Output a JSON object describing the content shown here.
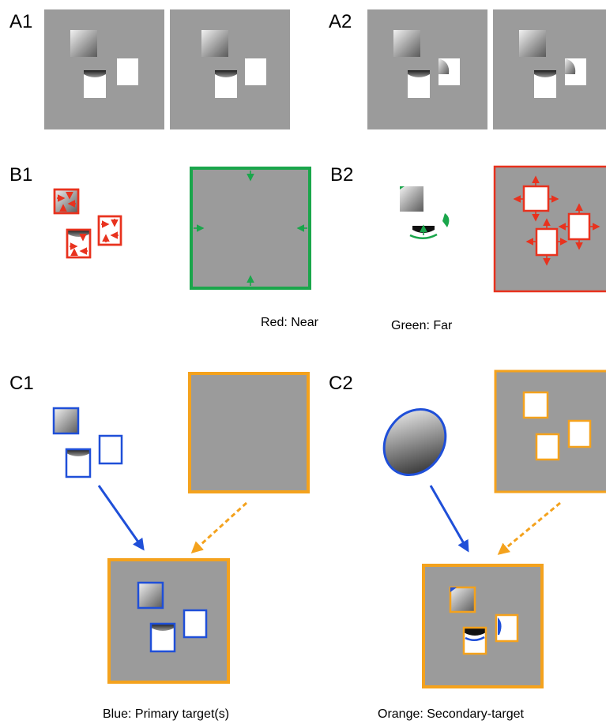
{
  "panels": {
    "a1": "A1",
    "a2": "A2",
    "b1": "B1",
    "b2": "B2",
    "c1": "C1",
    "c2": "C2"
  },
  "captions": {
    "red": "Red: Near",
    "green": "Green: Far",
    "blue": "Blue: Primary target(s)",
    "orange": "Orange: Secondary-target"
  },
  "colors": {
    "background_gray": "#9b9b9b",
    "near_red": "#e8321e",
    "far_green": "#1aa64b",
    "primary_blue": "#1f4fd8",
    "secondary_orange": "#f4a21d"
  }
}
